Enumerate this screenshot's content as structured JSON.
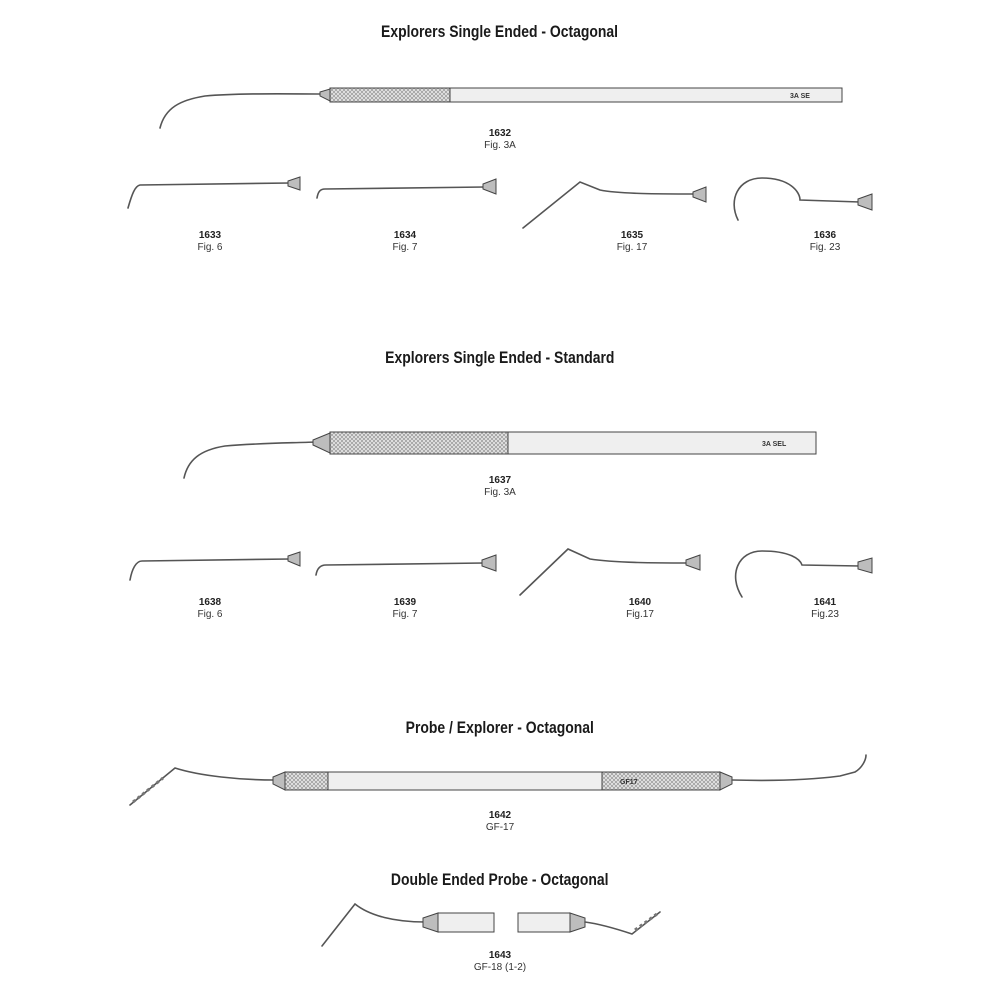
{
  "sections": [
    {
      "title": "Explorers Single Ended - Octagonal"
    },
    {
      "title": "Explorers Single Ended - Standard"
    },
    {
      "title": "Probe / Explorer - Octagonal"
    },
    {
      "title": "Double Ended Probe - Octagonal"
    }
  ],
  "items": [
    {
      "code": "1632",
      "fig": "Fig. 3A",
      "handle_mark": "3A SE"
    },
    {
      "code": "1633",
      "fig": "Fig. 6"
    },
    {
      "code": "1634",
      "fig": "Fig. 7"
    },
    {
      "code": "1635",
      "fig": "Fig. 17"
    },
    {
      "code": "1636",
      "fig": "Fig. 23"
    },
    {
      "code": "1637",
      "fig": "Fig. 3A",
      "handle_mark": "3A SEL"
    },
    {
      "code": "1638",
      "fig": "Fig. 6"
    },
    {
      "code": "1639",
      "fig": "Fig. 7"
    },
    {
      "code": "1640",
      "fig": "Fig.17"
    },
    {
      "code": "1641",
      "fig": "Fig.23"
    },
    {
      "code": "1642",
      "fig": "GF-17",
      "handle_mark": "GF17"
    },
    {
      "code": "1643",
      "fig": "GF-18 (1-2)"
    }
  ]
}
